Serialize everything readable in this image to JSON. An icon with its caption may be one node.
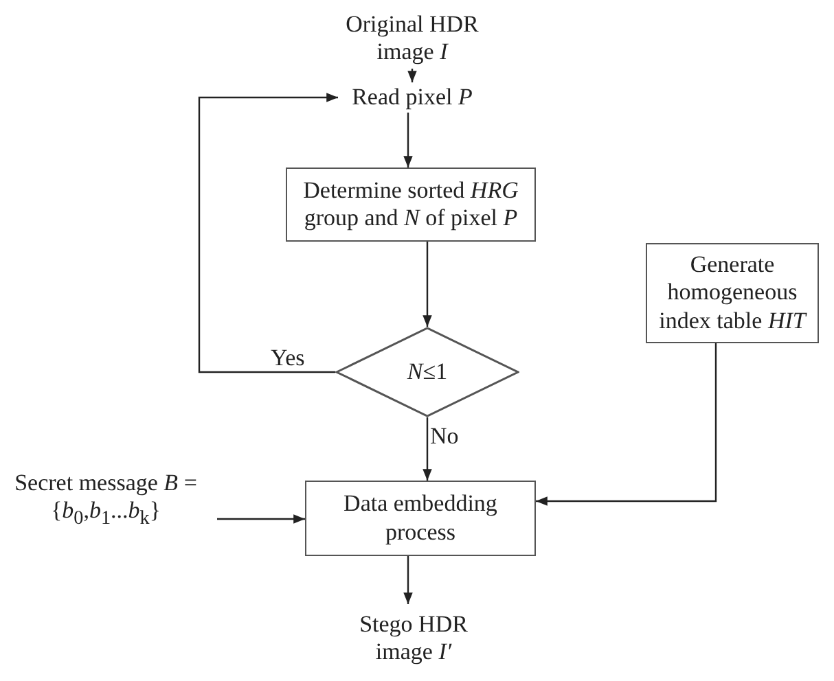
{
  "diagram": {
    "nodes": [
      {
        "text": [
          "Original HDR image *I*"
        ]
      },
      {
        "text": [
          "Read pixel *P*"
        ]
      },
      {
        "text": [
          "Determine sorted *HRG* group and *N* of pixel *P*"
        ]
      },
      {
        "text": [
          "*N*≤1"
        ]
      },
      {
        "text": [
          "Generate homogeneous index table *HIT*"
        ]
      },
      {
        "text": [
          "Secret message *B* = {*b*$_{0}$,*b*$_{1}$...*b*$_{k}$}"
        ]
      },
      {
        "text": [
          "Data embedding process"
        ]
      },
      {
        "text": [
          "Stego HDR image *I′*"
        ]
      }
    ],
    "edges": [
      {
        "from": 0,
        "to": 1,
        "arrow": "to"
      },
      {
        "from": 1,
        "to": 2,
        "arrow": "to"
      },
      {
        "from": 2,
        "to": 3,
        "arrow": "to"
      },
      {
        "from": 3,
        "to": 1,
        "arrow": "to",
        "label": "Yes"
      },
      {
        "from": 3,
        "to": 6,
        "arrow": "to",
        "label": "No"
      },
      {
        "from": 5,
        "to": 6,
        "arrow": "to"
      },
      {
        "from": 4,
        "to": 6,
        "arrow": "to"
      },
      {
        "from": 6,
        "to": 7,
        "arrow": "to"
      }
    ]
  }
}
